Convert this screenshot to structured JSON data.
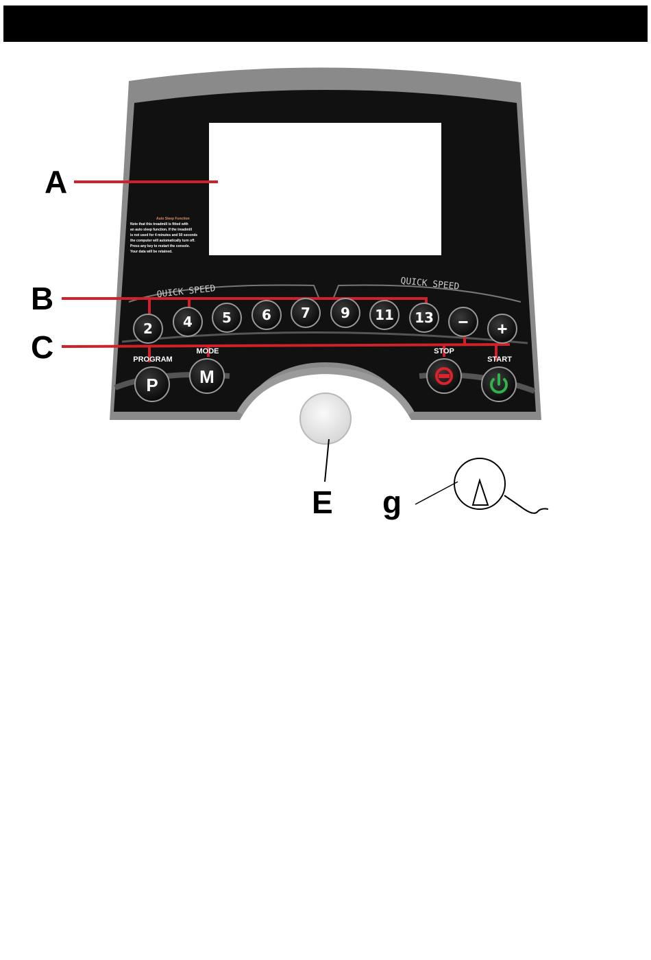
{
  "callouts": {
    "a": "A",
    "b": "B",
    "c": "C",
    "e": "E",
    "g": "g"
  },
  "console": {
    "quick_speed_left": "QUICK SPEED",
    "quick_speed_right": "QUICK SPEED",
    "auto_sleep_note": {
      "title": "Auto Sleep Function",
      "lines": [
        "Note that this treadmill is fitted with",
        "an auto sleep function. If the treadmill",
        "is not used for 4 minutes and 50 seconds",
        "the computer will automatically turn off.",
        "Press any key to restart the console.",
        "Your data will be retained."
      ]
    },
    "speed_buttons": [
      "2",
      "4",
      "5",
      "6",
      "7",
      "9",
      "11",
      "13"
    ],
    "minus_label": "−",
    "plus_label": "+",
    "program_label": "PROGRAM",
    "program_key": "P",
    "mode_label": "MODE",
    "mode_key": "M",
    "stop_label": "STOP",
    "start_label": "START"
  },
  "colors": {
    "pointer_line": "#d0202a",
    "stop_icon": "#e0202a",
    "start_icon": "#2fb34a",
    "panel": "#111111",
    "frame": "#8a8a8a"
  }
}
